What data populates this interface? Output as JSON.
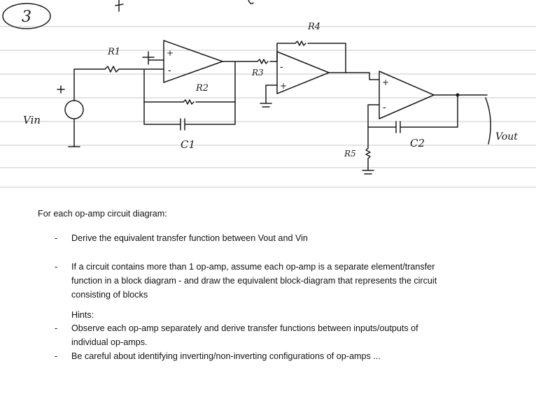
{
  "problem_number": "3",
  "diagram": {
    "labels": {
      "vin": "Vin",
      "vout": "Vout",
      "r1": "R1",
      "r2": "R2",
      "r3": "R3",
      "r4": "R4",
      "r5": "R5",
      "c1": "C1",
      "c2": "C2",
      "plus": "+",
      "minus": "-"
    }
  },
  "instructions": {
    "intro": "For each op-amp circuit diagram:",
    "bullets": [
      "Derive the equivalent transfer function between Vout and Vin",
      "If a circuit contains more than 1 op-amp, assume each op-amp is a separate element/transfer",
      "function in a block diagram - and draw the equivalent block-diagram that represents the  circuit",
      "consisting of blocks"
    ],
    "hints_title": "Hints:",
    "hints": [
      "Observe each op-amp separately and derive transfer functions between inputs/outputs of",
      "individual op-amps.",
      "Be careful about identifying inverting/non-inverting configurations of op-amps ..."
    ],
    "dash": "-"
  }
}
